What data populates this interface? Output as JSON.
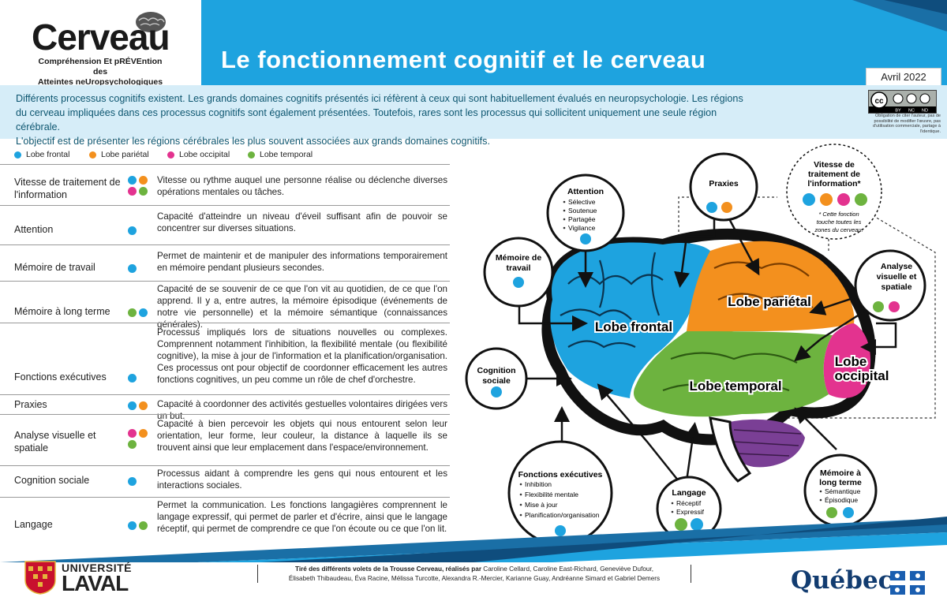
{
  "header": {
    "logo_word": "Cerveau",
    "logo_subtitle_1": "Compréhension Et pRÉVEntion des",
    "logo_subtitle_2": "Atteintes neUropsychologiques",
    "title": "Le fonctionnement cognitif et le cerveau",
    "date": "Avril 2022"
  },
  "intro": {
    "line1": "Différents processus cognitifs existent. Les grands domaines cognitifs présentés ici réfèrent à ceux qui sont habituellement évalués en neuropsychologie. Les régions",
    "line2": "du cerveau impliquées dans ces processus cognitifs sont également présentées. Toutefois, rares sont les processus qui sollicitent uniquement une seule région cérébrale.",
    "line3": "L'objectif est de présenter les régions cérébrales les plus souvent associées aux grands domaines cognitifs."
  },
  "license": {
    "cc_labels": [
      "cc",
      "BY",
      "NC",
      "ND"
    ],
    "note": "Obligation de citer l'auteur, pas de possibilité de modifier l'œuvre, pas d'utilisation commerciale, partage à l'identique."
  },
  "colors": {
    "frontal": "#1ea3df",
    "parietal": "#f3901e",
    "occipital": "#e3338f",
    "temporal": "#6db33f",
    "cerebellum": "#7a3f95",
    "band": "#1ea3df",
    "band_dark": "#1a6fa6"
  },
  "legend": [
    {
      "key": "frontal",
      "label": "Lobe frontal"
    },
    {
      "key": "parietal",
      "label": "Lobe pariétal"
    },
    {
      "key": "occipital",
      "label": "Lobe occipital"
    },
    {
      "key": "temporal",
      "label": "Lobe temporal"
    }
  ],
  "rows": [
    {
      "name": "Vitesse de traitement de l'information",
      "lobes": [
        "frontal",
        "parietal",
        "occipital",
        "temporal"
      ],
      "desc": "Vitesse ou rythme auquel une personne réalise ou déclenche diverses opérations mentales ou tâches."
    },
    {
      "name": "Attention",
      "lobes": [
        "frontal"
      ],
      "desc": "Capacité d'atteindre un niveau d'éveil suffisant afin de pouvoir se concentrer sur diverses situations."
    },
    {
      "name": "Mémoire de travail",
      "lobes": [
        "frontal"
      ],
      "desc": "Permet de maintenir et de manipuler des informations temporairement en mémoire pendant plusieurs secondes."
    },
    {
      "name": "Mémoire à long terme",
      "lobes": [
        "temporal",
        "frontal"
      ],
      "desc": "Capacité de se souvenir de ce que l'on vit au quotidien, de ce que l'on apprend. Il y a, entre autres, la mémoire épisodique (événements de notre vie personnelle) et la mémoire sémantique (connaissances générales)."
    },
    {
      "name": "Fonctions exécutives",
      "lobes": [
        "frontal"
      ],
      "desc": "Processus impliqués lors de situations nouvelles ou complexes. Comprennent notamment l'inhibition, la flexibilité mentale (ou flexibilité cognitive), la mise à jour de l'information et la planification/organisation. Ces processus ont pour objectif de coordonner efficacement les autres fonctions cognitives, un peu comme un rôle de chef d'orchestre."
    },
    {
      "name": "Praxies",
      "lobes": [
        "frontal",
        "parietal"
      ],
      "desc": "Capacité à coordonner des activités gestuelles volontaires dirigées vers un but."
    },
    {
      "name": "Analyse visuelle et spatiale",
      "lobes": [
        "occipital",
        "parietal",
        "temporal"
      ],
      "desc": "Capacité à bien percevoir les objets qui nous entourent selon leur orientation, leur forme, leur couleur, la distance à laquelle ils se trouvent ainsi que leur emplacement dans l'espace/environnement."
    },
    {
      "name": "Cognition sociale",
      "lobes": [
        "frontal"
      ],
      "desc": "Processus aidant à comprendre les gens qui nous entourent et les interactions sociales."
    },
    {
      "name": "Langage",
      "lobes": [
        "frontal",
        "temporal"
      ],
      "desc": "Permet la communication. Les fonctions langagières comprennent le langage expressif, qui permet de parler et d'écrire, ainsi que le langage réceptif, qui permet de comprendre ce que l'on écoute ou ce que l'on lit."
    }
  ],
  "diagram": {
    "lobes": {
      "frontal": "Lobe frontal",
      "parietal": "Lobe pariétal",
      "temporal": "Lobe temporal",
      "occipital_1": "Lobe",
      "occipital_2": "occipital"
    },
    "bubbles": {
      "attention": {
        "title": "Attention",
        "items": [
          "Sélective",
          "Soutenue",
          "Partagée",
          "Vigilance"
        ]
      },
      "praxies": {
        "title": "Praxies"
      },
      "vitesse": {
        "title_1": "Vitesse de",
        "title_2": "traitement de",
        "title_3": "l'information*",
        "note_1": "* Cette fonction",
        "note_2": "touche toutes les",
        "note_3": "zones du cerveau."
      },
      "memoire_travail": {
        "title_1": "Mémoire de",
        "title_2": "travail"
      },
      "analyse": {
        "title_1": "Analyse",
        "title_2": "visuelle et",
        "title_3": "spatiale"
      },
      "cognition": {
        "title_1": "Cognition",
        "title_2": "sociale"
      },
      "fonctions": {
        "title": "Fonctions exécutives",
        "items": [
          "Inhibition",
          "Flexibilité mentale",
          "Mise à jour",
          "Planification/organisation"
        ]
      },
      "langage": {
        "title": "Langage",
        "items": [
          "Réceptif",
          "Expressif"
        ]
      },
      "memoire_lt": {
        "title_1": "Mémoire à",
        "title_2": "long terme",
        "items": [
          "Sémantique",
          "Épisodique"
        ]
      }
    }
  },
  "footer": {
    "university_1": "UNIVERSITÉ",
    "university_2": "LAVAL",
    "credits_lead": "Tiré des différents volets de la Trousse Cerveau, réalisés par",
    "credits_1": "Caroline Cellard, Caroline East-Richard, Geneviève Dufour,",
    "credits_2": "Élisabeth Thibaudeau, Éva Racine, Mélissa Turcotte, Alexandra R.-Mercier, Karianne Guay, Andréanne Simard et Gabriel Demers",
    "quebec": "Québec"
  }
}
